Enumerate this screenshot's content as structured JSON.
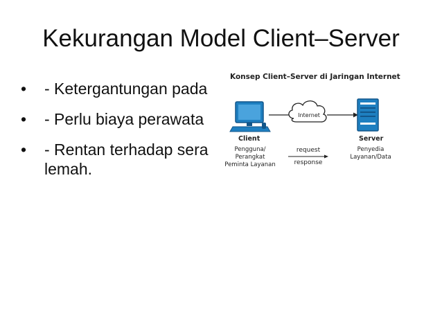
{
  "slide": {
    "title": "Kekurangan Model Client–Server",
    "bullet_char": "•",
    "bullets": [
      "- Ketergantungan pada",
      "- Perlu biaya perawata",
      "- Rentan terhadap sera",
      "lemah."
    ]
  },
  "diagram": {
    "title": "Konsep Client–Server di Jaringan Internet",
    "cloud_label": "Internet",
    "client_label": "Client",
    "client_desc": "Pengguna/ Perangkat Peminta Layanan",
    "server_label": "Server",
    "server_desc": "Penyedia Layanan/Data",
    "request_label": "request",
    "response_label": "response",
    "colors": {
      "device": "#1e7fc0",
      "device_dark": "#12568a",
      "line": "#222222"
    },
    "icons": [
      "computer-icon",
      "cloud-icon",
      "server-icon"
    ]
  }
}
